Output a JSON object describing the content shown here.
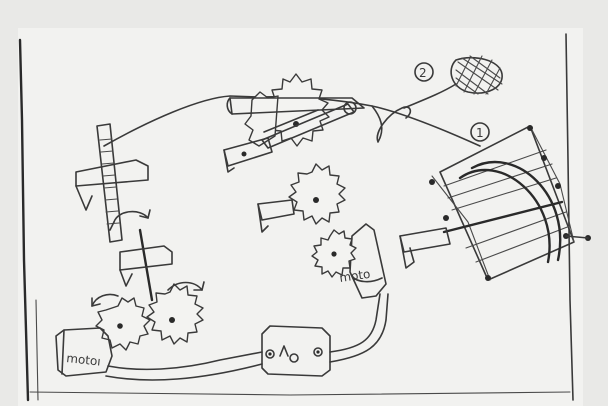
{
  "labels": {
    "motor_left": "motoı",
    "motor_right": "moto",
    "callout_1": "1",
    "callout_2": "2"
  }
}
